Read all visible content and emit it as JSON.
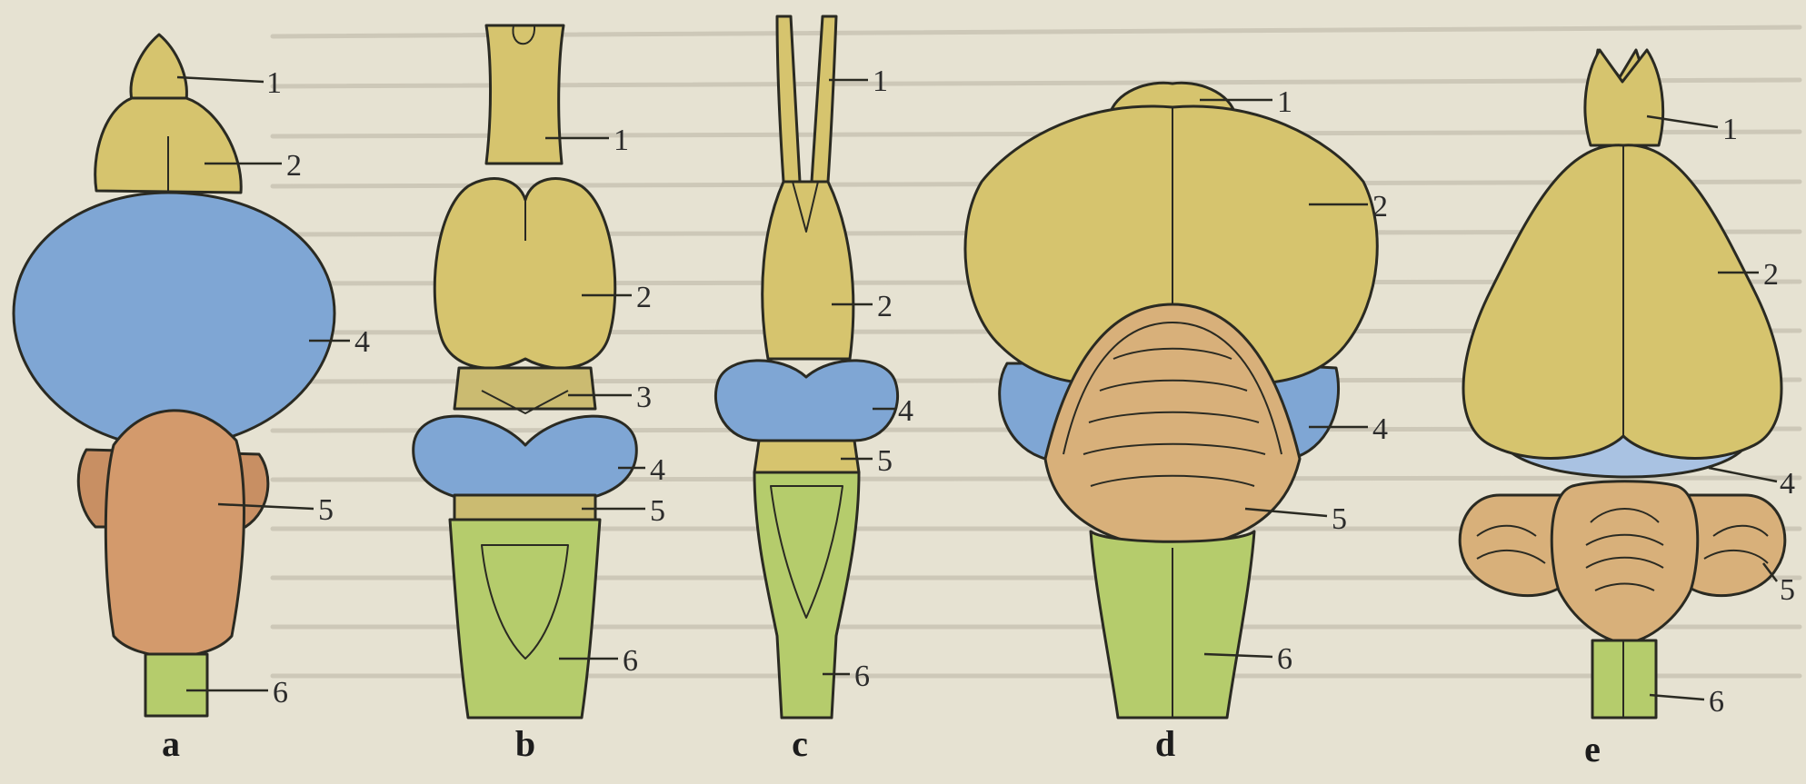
{
  "figure": {
    "panels": [
      {
        "letter": "a",
        "labels": [
          "1",
          "2",
          "4",
          "5",
          "6"
        ]
      },
      {
        "letter": "b",
        "labels": [
          "1",
          "2",
          "3",
          "4",
          "5",
          "6"
        ]
      },
      {
        "letter": "c",
        "labels": [
          "1",
          "2",
          "4",
          "5",
          "6"
        ]
      },
      {
        "letter": "d",
        "labels": [
          "1",
          "2",
          "4",
          "5",
          "6"
        ]
      },
      {
        "letter": "e",
        "labels": [
          "1",
          "2",
          "4",
          "5",
          "6"
        ]
      }
    ]
  },
  "colors": {
    "background": "#e6e2d2",
    "olfactory_forebrain": "#d6c46e",
    "midbrain": "#7fa6d4",
    "cerebellum": "#d39a6c",
    "cerebellum_folded": "#d8b07a",
    "medulla": "#b5cc6c",
    "outline": "#2a2a22"
  }
}
